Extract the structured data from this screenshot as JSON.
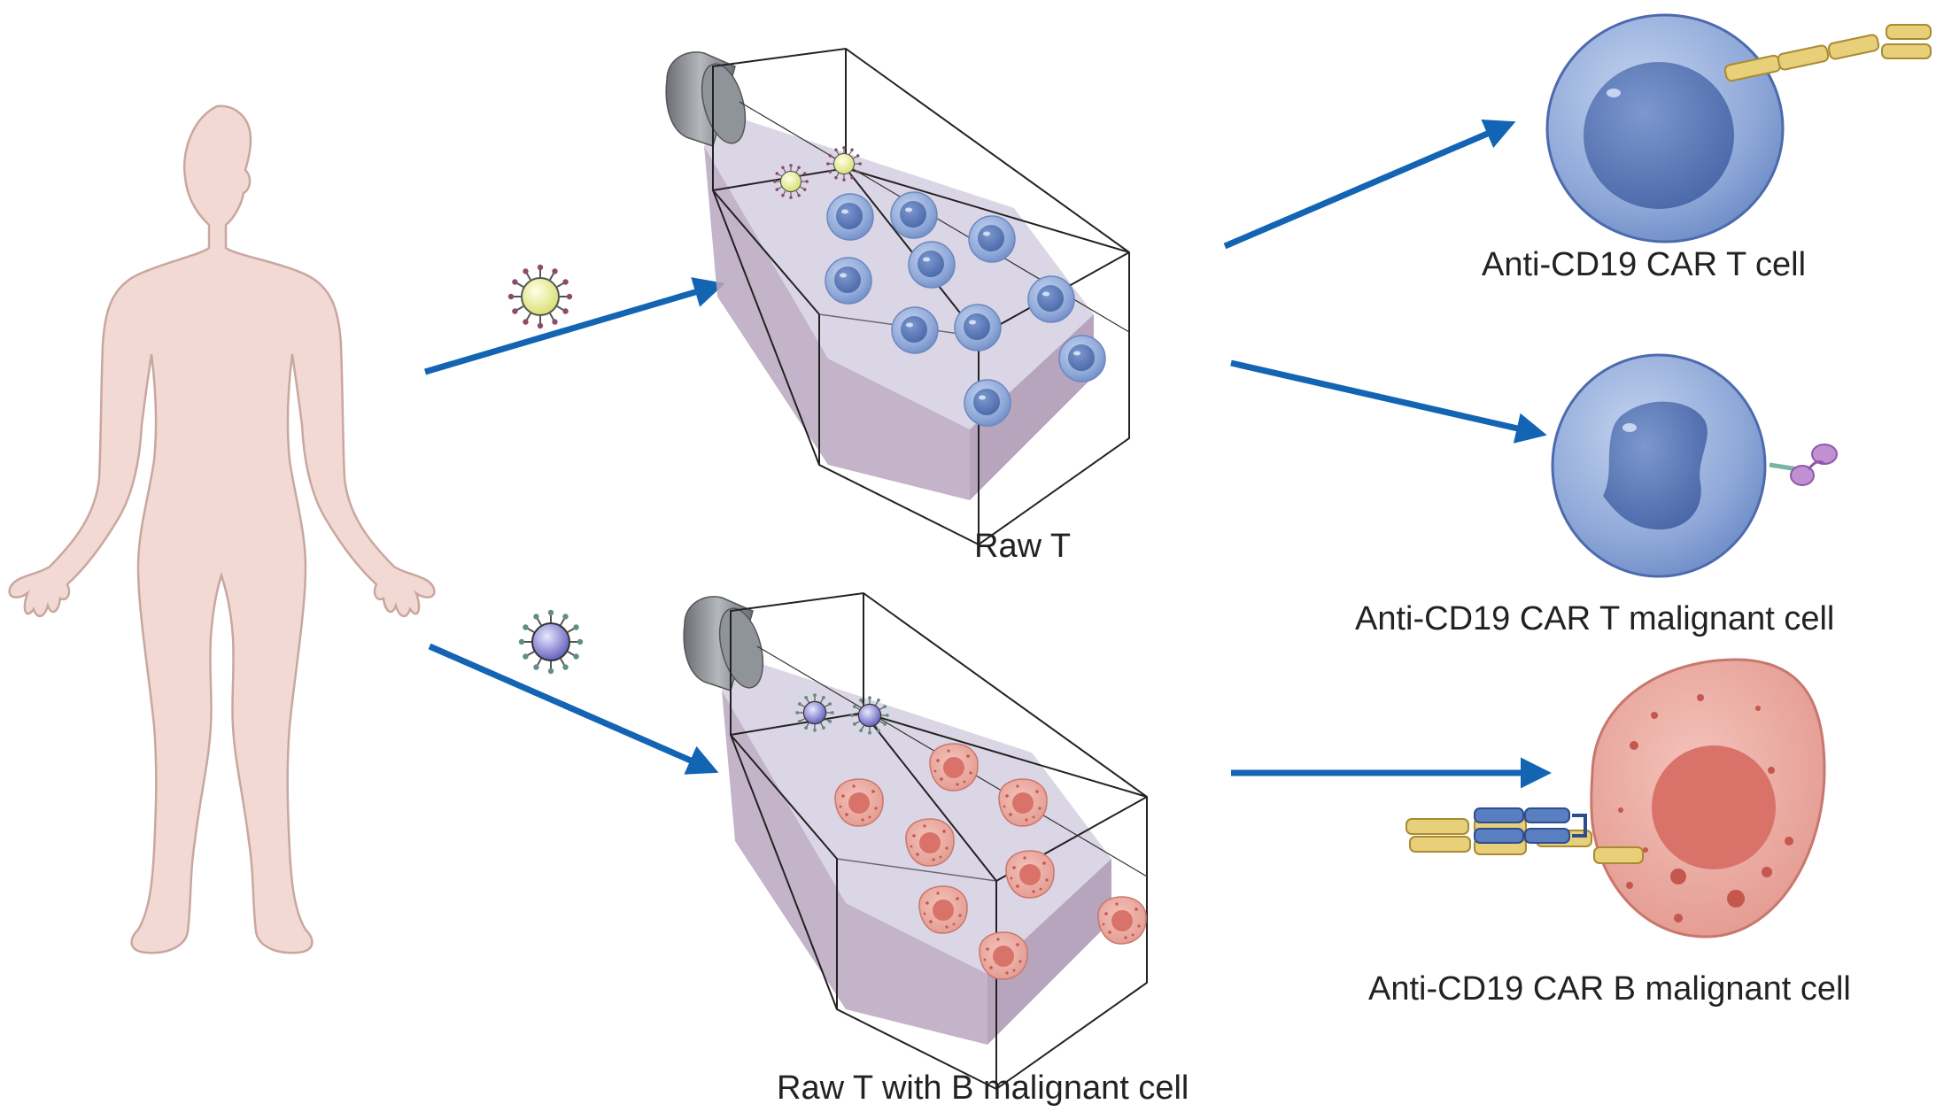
{
  "labels": {
    "flask_top": "Raw T",
    "flask_bottom": "Raw T with B malignant cell",
    "cell_car_t": "Anti-CD19 CAR T cell",
    "cell_car_t_malignant": "Anti-CD19 CAR T malignant cell",
    "cell_car_b_malignant": "Anti-CD19 CAR B malignant cell"
  },
  "colors": {
    "arrow": "#1464b4",
    "body_fill": "#f2d9d3",
    "body_stroke": "#c9a79f",
    "t_cell_fill": "#8fa8d8",
    "t_cell_nucleus": "#5575b5",
    "b_cell_fill": "#e7a69c",
    "b_cell_nucleus": "#d9736a",
    "flask_liquid": "#d8d3e3",
    "flask_side": "#b9a8bf",
    "car_yellow": "#e8cf7a",
    "car_blue": "#5a7fc0"
  }
}
